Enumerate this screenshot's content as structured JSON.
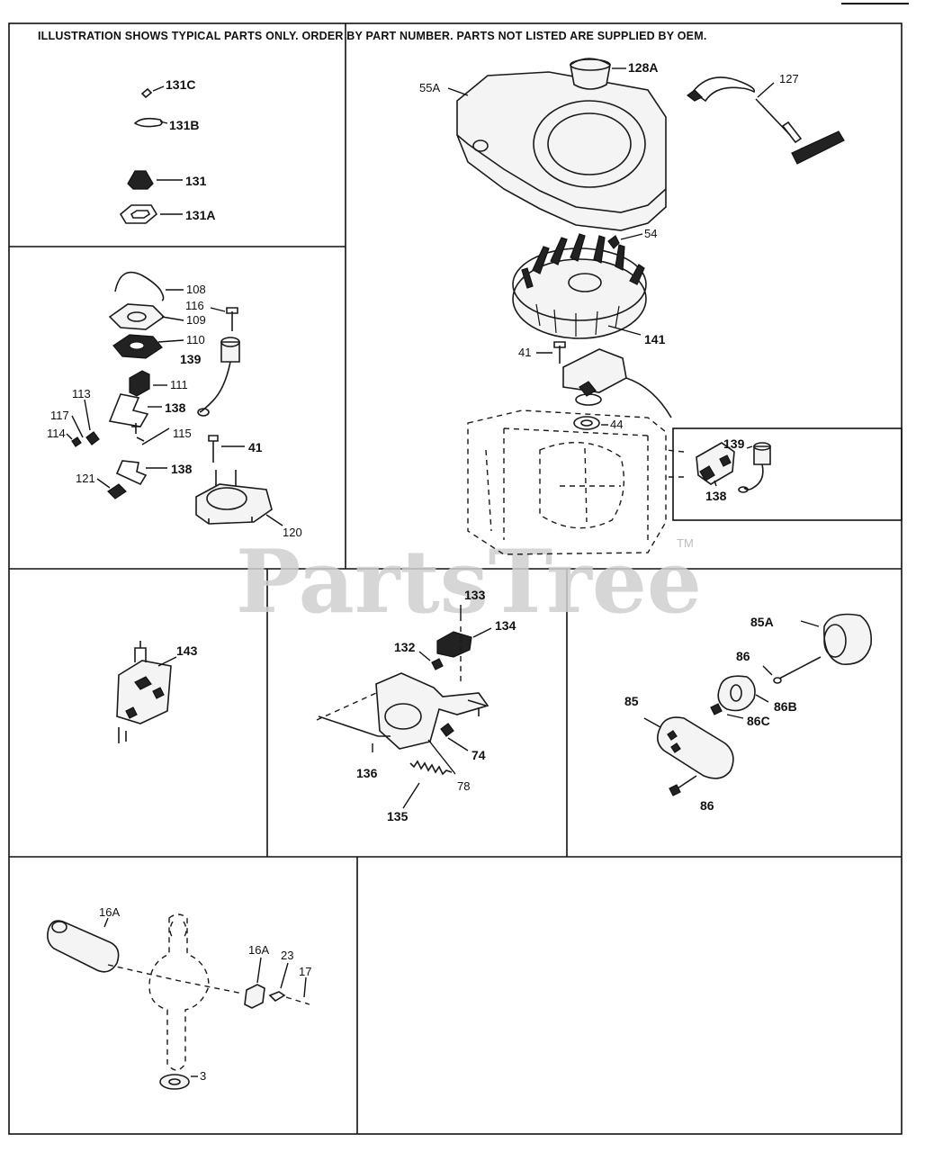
{
  "header_notice": "ILLUSTRATION SHOWS TYPICAL PARTS ONLY. ORDER BY PART NUMBER. PARTS NOT LISTED ARE SUPPLIED BY OEM.",
  "watermark": {
    "text": "PartsTree",
    "trademark": "TM"
  },
  "panels": {
    "gaskets": {
      "labels": [
        "131C",
        "131B",
        "131",
        "131A"
      ]
    },
    "shroud": {
      "labels": [
        "55A",
        "128A",
        "127",
        "54",
        "141",
        "41",
        "44",
        "139",
        "138"
      ]
    },
    "ignition": {
      "labels": [
        "108",
        "116",
        "109",
        "110",
        "139",
        "111",
        "113",
        "138",
        "117",
        "114",
        "115",
        "41",
        "121",
        "138",
        "120"
      ]
    },
    "carburetor": {
      "labels": [
        "143"
      ]
    },
    "governor": {
      "labels": [
        "133",
        "132",
        "134",
        "74",
        "136",
        "78",
        "135"
      ]
    },
    "muffler": {
      "labels": [
        "85A",
        "86",
        "86B",
        "86C",
        "85",
        "86"
      ]
    },
    "crankshaft": {
      "labels": [
        "16A",
        "16A",
        "23",
        "17",
        "3"
      ]
    }
  }
}
